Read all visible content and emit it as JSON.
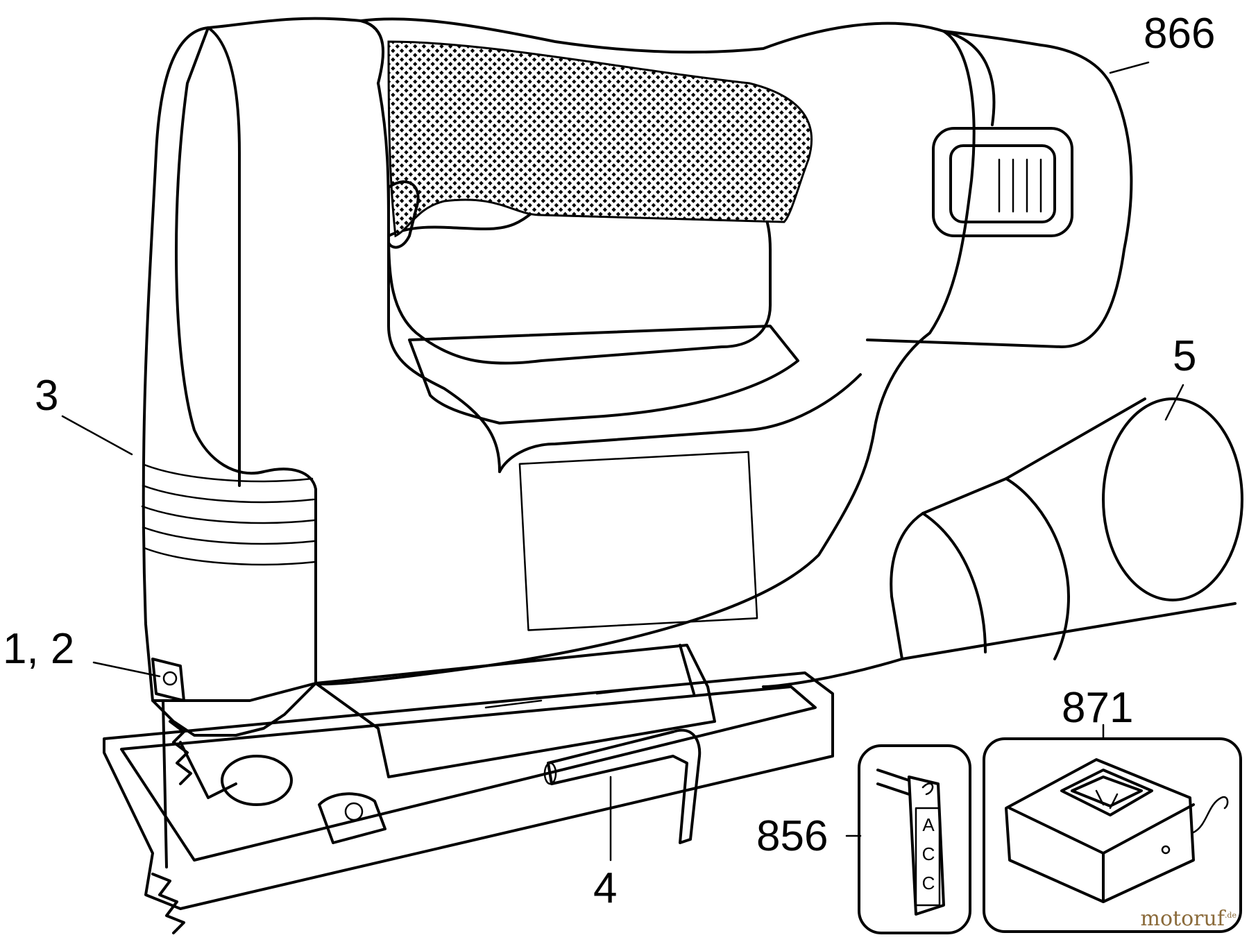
{
  "labels": {
    "p866": "866",
    "p5": "5",
    "p3": "3",
    "p12": "1, 2",
    "p871": "871",
    "p856": "856",
    "p4": "4"
  },
  "battery_label_letters": [
    "A",
    "C",
    "C"
  ],
  "watermark": "motoruf",
  "watermark_suffix": ".de"
}
